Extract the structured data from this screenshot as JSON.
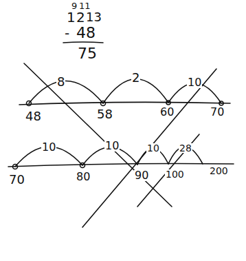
{
  "diagram": {
    "labels": [
      "9",
      "11",
      "1",
      "2",
      "13",
      "-",
      "48",
      "75",
      "8",
      "2",
      "10",
      "48",
      "58",
      "60",
      "70",
      "10",
      "10",
      "10",
      "28",
      "70",
      "80",
      "90",
      "100",
      "200"
    ]
  }
}
